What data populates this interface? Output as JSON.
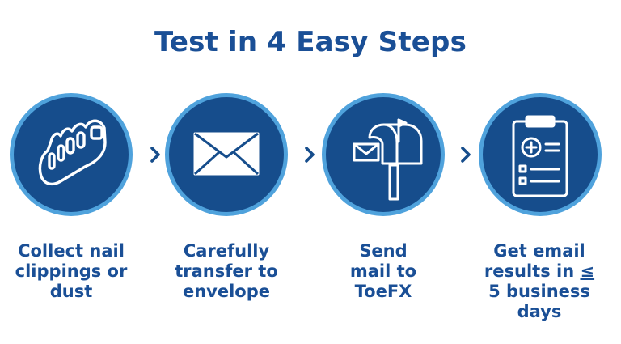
{
  "title": "Test in 4 Easy Steps",
  "colors": {
    "title_text": "#1a4f96",
    "circle_fill": "#164d8c",
    "circle_border": "#4fa2dc",
    "icon_stroke": "#ffffff",
    "chevron": "#164d8c"
  },
  "steps": [
    {
      "icon": "foot-icon",
      "label_lines": [
        "Collect nail",
        "clippings or",
        "dust"
      ]
    },
    {
      "icon": "envelope-icon",
      "label_lines": [
        "Carefully",
        "transfer to",
        "envelope"
      ]
    },
    {
      "icon": "mailbox-icon",
      "label_lines": [
        "Send",
        "mail to",
        "ToeFX"
      ]
    },
    {
      "icon": "clipboard-medical-icon",
      "label_lines": [
        "Get email",
        "results in",
        "≤",
        "5 business",
        "days"
      ]
    }
  ],
  "separators": [
    "chevron-right-icon",
    "chevron-right-icon",
    "chevron-right-icon"
  ]
}
